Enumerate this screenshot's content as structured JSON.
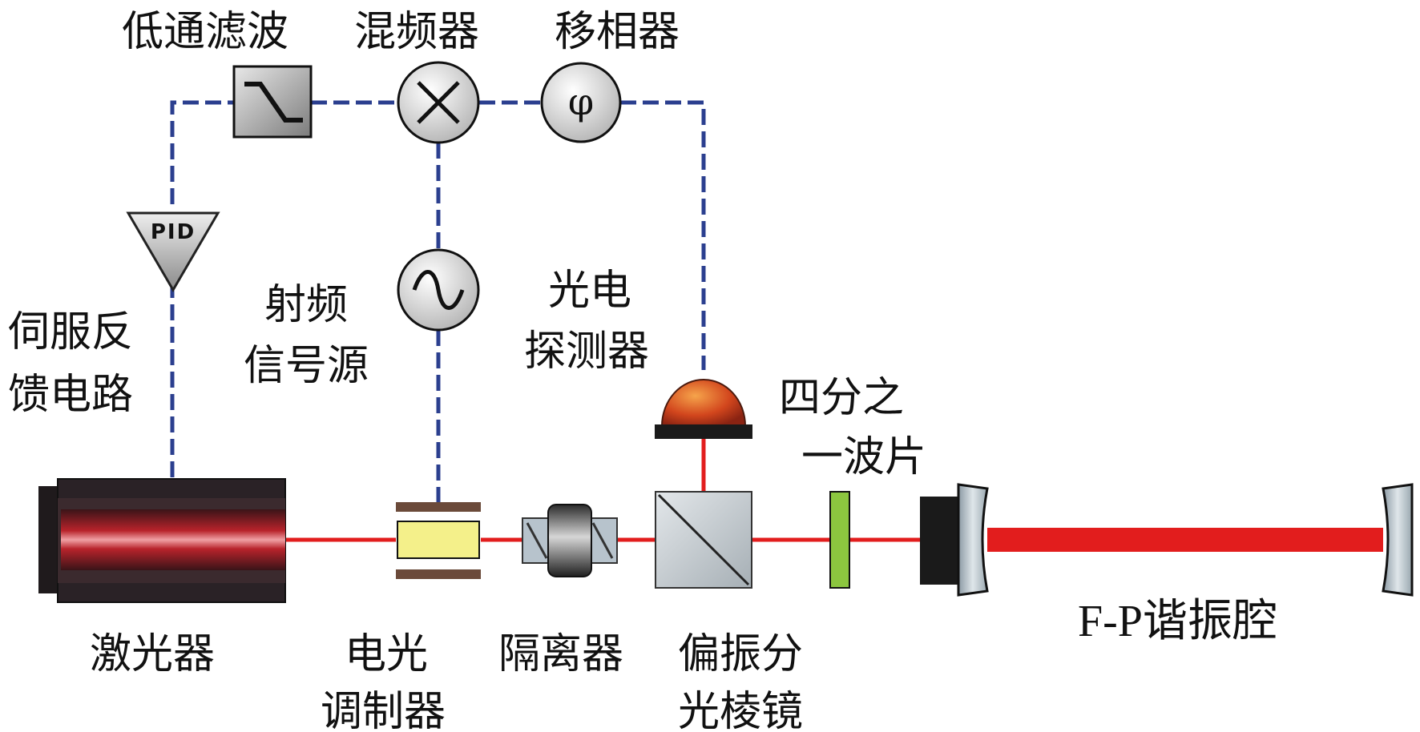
{
  "labels": {
    "low_pass_filter": "低通滤波",
    "mixer": "混频器",
    "phase_shifter": "移相器",
    "pid": "PID",
    "phase_symbol": "φ",
    "servo_line1": "伺服反",
    "servo_line2": "馈电路",
    "rf_line1": "射频",
    "rf_line2": "信号源",
    "photodetector_line1": "光电",
    "photodetector_line2": "探测器",
    "quarter_wave_line1": "四分之",
    "quarter_wave_line2": "一波片",
    "laser": "激光器",
    "eom_line1": "电光",
    "eom_line2": "调制器",
    "isolator": "隔离器",
    "pbs_line1": "偏振分",
    "pbs_line2": "光棱镜",
    "fp_cavity": "F-P谐振腔"
  },
  "colors": {
    "electrical_line": "#2b3f8f",
    "laser_beam": "#e21d1d",
    "eom_crystal": "#f4f08a",
    "waveplate": "#8cc63f",
    "laser_body": "#2a2226",
    "detector_dome": "#c8401b"
  },
  "icons": [
    "pid-triangle-icon",
    "low-pass-filter-icon",
    "mixer-cross-icon",
    "phase-shifter-icon",
    "sine-wave-icon"
  ]
}
